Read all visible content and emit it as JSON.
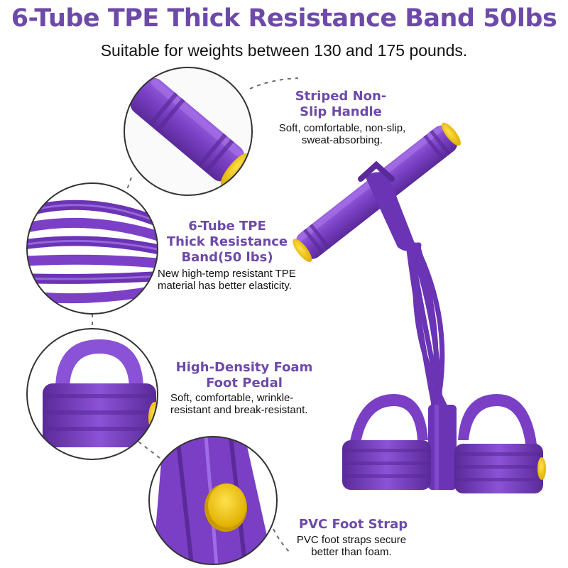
{
  "header": {
    "title": "6-Tube TPE Thick Resistance Band 50lbs",
    "subtitle": "Suitable for weights between 130 and 175 pounds."
  },
  "features": [
    {
      "title_line1": "Striped Non-",
      "title_line2": "Slip Handle",
      "desc_line1": "Soft, comfortable, non-slip,",
      "desc_line2": "sweat-absorbing.",
      "icon": "handle-closeup-icon"
    },
    {
      "title_line1": "6-Tube TPE",
      "title_line2": "Thick Resistance",
      "title_line3": "Band(50 lbs)",
      "desc_line1": "New high-temp resistant TPE",
      "desc_line2": "material has better elasticity.",
      "icon": "tubes-closeup-icon"
    },
    {
      "title_line1": "High-Density Foam",
      "title_line2": "Foot Pedal",
      "desc_line1": "Soft, comfortable, wrinkle-",
      "desc_line2": "resistant and break-resistant.",
      "icon": "foot-pedal-closeup-icon"
    },
    {
      "title_line1": "PVC Foot Strap",
      "desc_line1": "PVC foot straps secure",
      "desc_line2": "better than foam.",
      "icon": "foot-strap-closeup-icon"
    }
  ],
  "colors": {
    "accent": "#6d4aa8",
    "band_purple": "#7a3fc4",
    "band_dark": "#5a2a99",
    "cap_yellow": "#f2c500"
  },
  "product_icon": "resistance-band-product-icon"
}
